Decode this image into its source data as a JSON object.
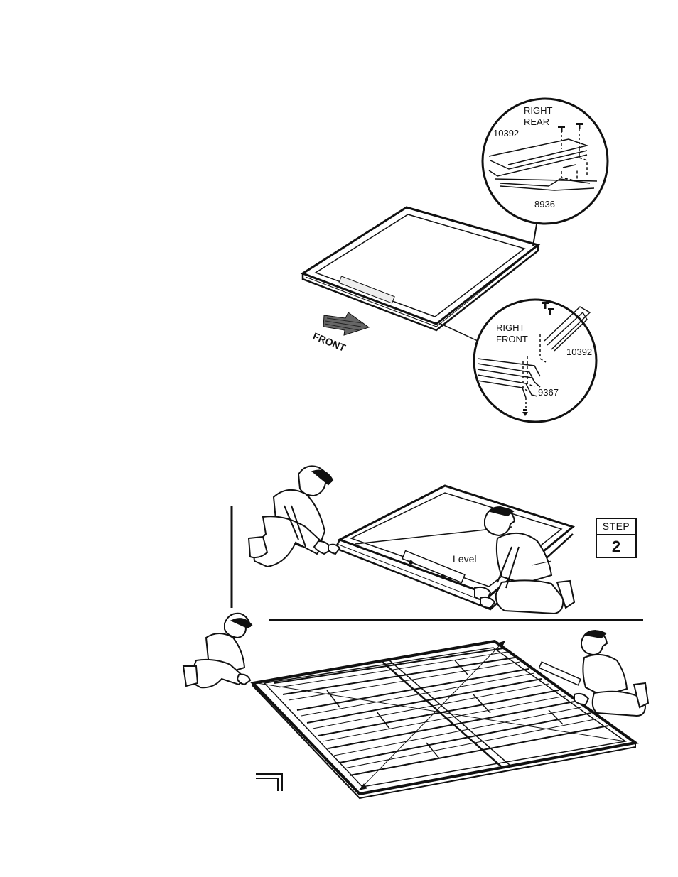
{
  "top_diagram": {
    "direction_label": "FRONT",
    "rear_inset": {
      "corner_label_line1": "RIGHT",
      "corner_label_line2": "REAR",
      "part_a": "10392",
      "part_b": "8936"
    },
    "front_inset": {
      "corner_label_line1": "RIGHT",
      "corner_label_line2": "FRONT",
      "part_a": "10392",
      "part_b": "9367"
    }
  },
  "middle_diagram": {
    "tool_label": "Level"
  },
  "step": {
    "title": "STEP",
    "number": "2"
  }
}
